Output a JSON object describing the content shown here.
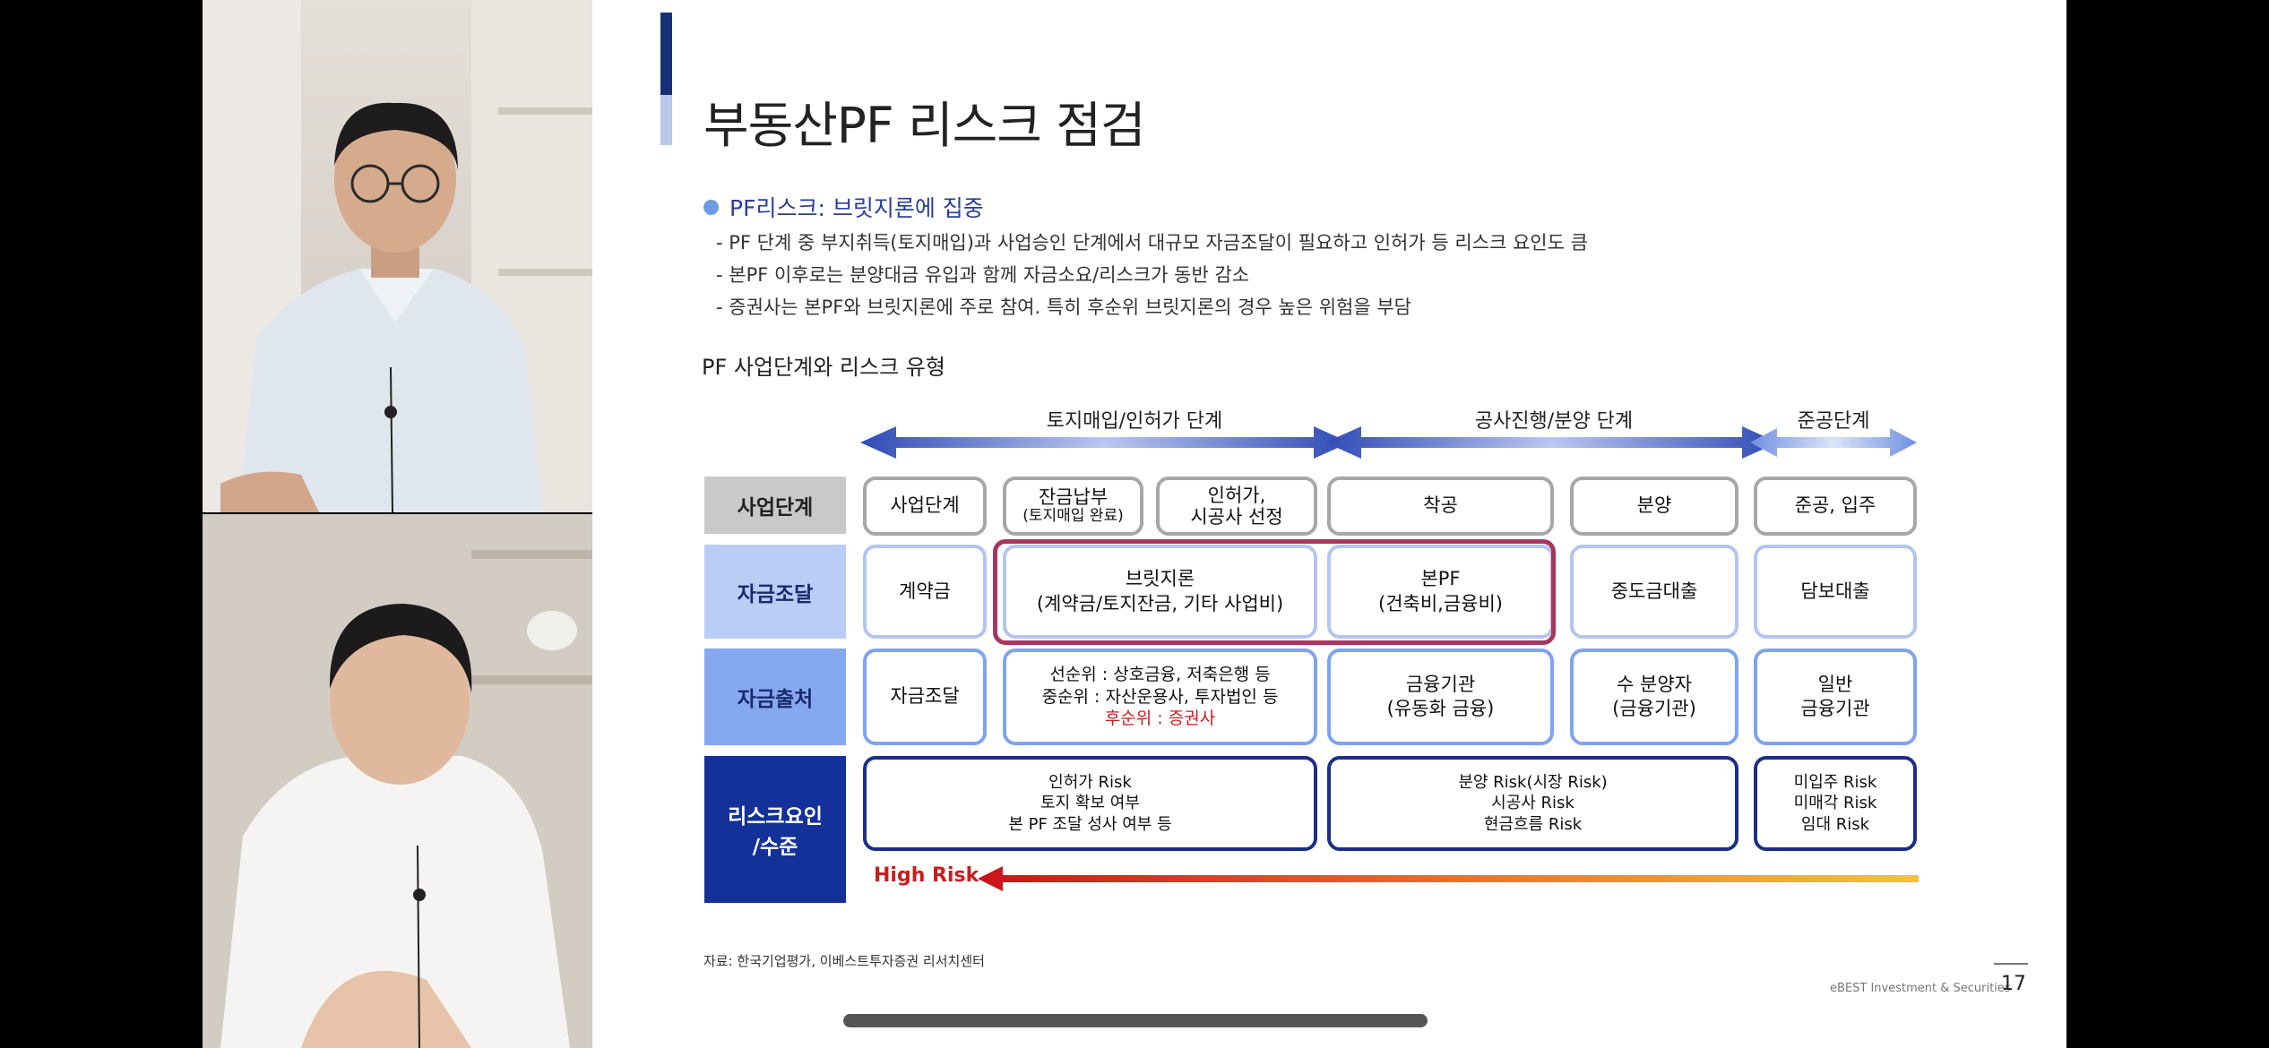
{
  "slide": {
    "title": "부동산PF 리스크 점검",
    "bullet_head": "PF리스크: 브릿지론에 집중",
    "bullets": [
      "- PF 단계 중 부지취득(토지매입)과 사업승인 단계에서 대규모 자금조달이 필요하고 인허가 등 리스크 요인도 큼",
      "- 본PF 이후로는 분양대금 유입과 함께 자금소요/리스크가 동반 감소",
      "- 증권사는 본PF와 브릿지론에 주로 참여. 특히 후순위 브릿지론의 경우 높은 위험을 부담"
    ],
    "section_label": "PF 사업단계와 리스크 유형",
    "stages": [
      "토지매입/인허가 단계",
      "공사진행/분양 단계",
      "준공단계"
    ],
    "row_heads": {
      "business_stage": "사업단계",
      "funding": "자금조달",
      "funding_source": "자금출처",
      "risk_factor_1": "리스크요인",
      "risk_factor_2": "/수준"
    },
    "business_stage_cells": {
      "c1": "사업단계",
      "c2_line1": "잔금납부",
      "c2_line2": "(토지매입 완료)",
      "c3_line1": "인허가,",
      "c3_line2": "시공사 선정",
      "c4": "착공",
      "c5": "분양",
      "c6": "준공, 입주"
    },
    "funding_cells": {
      "c1": "계약금",
      "bridge_line1": "브릿지론",
      "bridge_line2": "(계약금/토지잔금, 기타 사업비)",
      "mainpf_line1": "본PF",
      "mainpf_line2": "(건축비,금융비)",
      "c5": "중도금대출",
      "c6": "담보대출"
    },
    "source_cells": {
      "c1": "자금조달",
      "senior": "선순위 : 상호금융, 저축은행 등",
      "mezz": "중순위 : 자산운용사, 투자법인 등",
      "junior": "후순위 : 증권사",
      "fin_line1": "금융기관",
      "fin_line2": "(유동화 금융)",
      "buyer_line1": "수 분양자",
      "buyer_line2": "(금융기관)",
      "gen_line1": "일반",
      "gen_line2": "금융기관"
    },
    "risk_cells": {
      "land": [
        "인허가 Risk",
        "토지 확보 여부",
        "본 PF 조달 성사 여부 등"
      ],
      "construction": [
        "분양 Risk(시장 Risk)",
        "시공사 Risk",
        "현금흐름 Risk"
      ],
      "completion": [
        "미입주 Risk",
        "미매각 Risk",
        "임대 Risk"
      ]
    },
    "high_risk": "High Risk",
    "source_note": "자료: 한국기업평가, 이베스트투자증권 리서치센터",
    "brand": "eBEST Investment & Securities",
    "page_number": "17"
  },
  "colors": {
    "navy": "#1b2f85",
    "row_head_gray": "#c9c9c9",
    "row_head_lightblue": "#b9cdf5",
    "row_head_blue": "#86a8f0",
    "row_head_navy": "#14319a",
    "highlight_border": "#a8365f",
    "high_risk_red": "#c81e1e"
  }
}
